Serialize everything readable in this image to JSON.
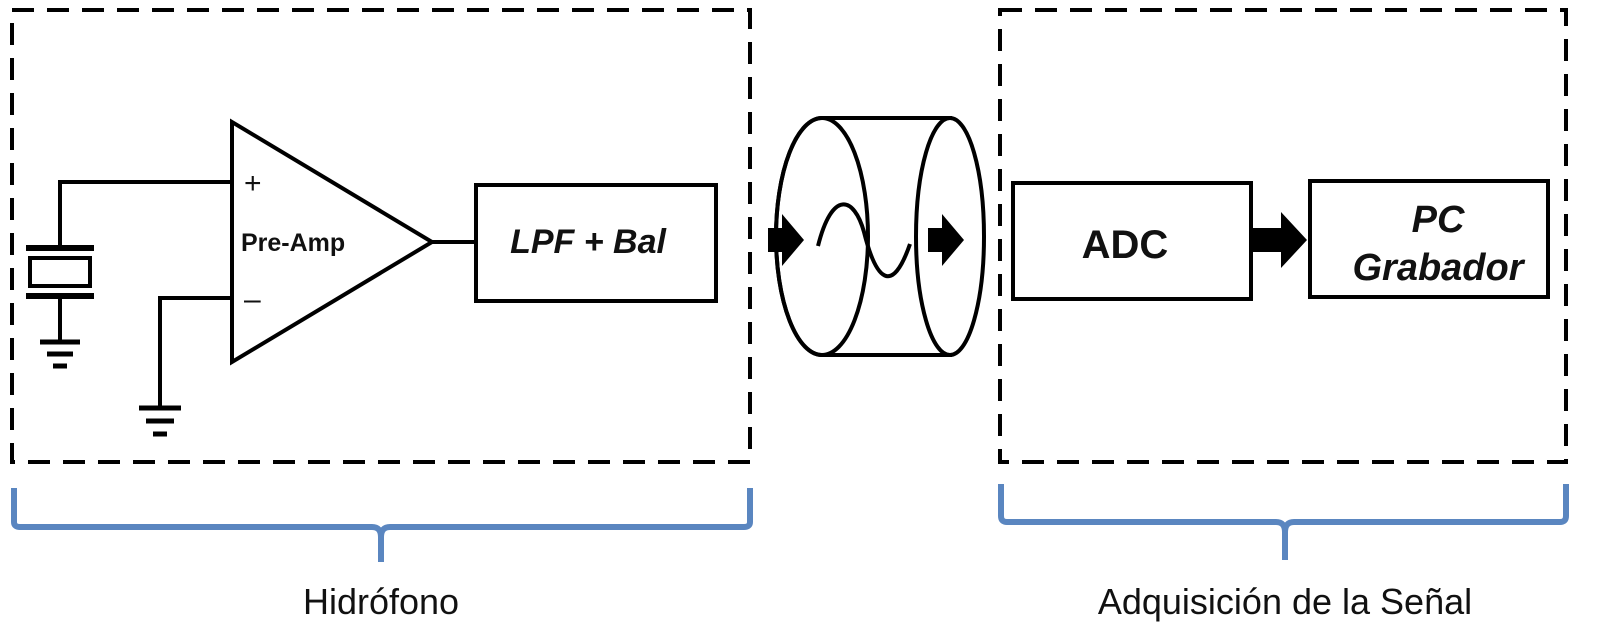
{
  "diagram": {
    "hydrophone": {
      "caption": "Hidrófono",
      "amplifier": {
        "label": "Pre-Amp",
        "plus": "+",
        "minus": "–"
      },
      "filter_label": "LPF + Bal"
    },
    "acquisition": {
      "caption": "Adquisición de la Señal",
      "adc_label": "ADC",
      "pc_line1": "PC",
      "pc_line2": "Grabador"
    },
    "colors": {
      "brace": "#5a86c0",
      "stroke": "#000000"
    },
    "icons": [
      "piezo-crystal-icon",
      "ground-icon",
      "op-amp-triangle",
      "cable-cylinder-icon",
      "sine-wave-icon",
      "arrow-right-icon"
    ]
  }
}
